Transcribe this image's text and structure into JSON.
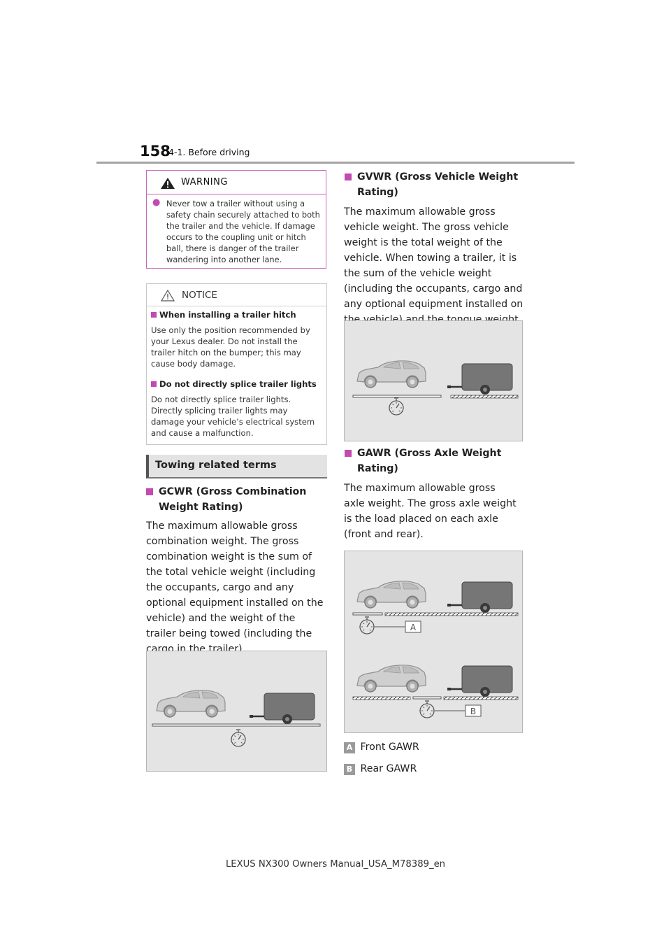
{
  "header": {
    "page_number": "158",
    "section": "4-1. Before driving"
  },
  "warning": {
    "title": "WARNING",
    "text": "Never tow a trailer without using a safety chain securely attached to both the trailer and the vehicle. If damage occurs to the coupling unit or hitch ball, there is danger of the trailer wandering into another lane."
  },
  "notice": {
    "title": "NOTICE",
    "items": [
      {
        "title": "When installing a trailer hitch",
        "text": "Use only the position recommended by your Lexus dealer. Do not install the trailer hitch on the bumper; this may cause body damage."
      },
      {
        "title": "Do not directly splice trailer lights",
        "text": "Do not directly splice trailer lights. Directly splicing trailer lights may damage your vehicle’s electrical system and cause a malfunction."
      }
    ]
  },
  "towing_section": {
    "title": "Towing related terms",
    "gcwr": {
      "title": "GCWR (Gross Combination Weight Rating)",
      "text": "The maximum allowable gross combination weight. The gross combination weight is the sum of the total vehicle weight (including the occupants, cargo and any optional equipment installed on the vehicle) and the weight of the trailer being towed (including the cargo in the trailer)."
    },
    "gvwr": {
      "title": "GVWR (Gross Vehicle Weight Rating)",
      "text": "The maximum allowable gross vehicle weight. The gross vehicle weight is the total weight of the vehicle. When towing a trailer, it is the sum of the vehicle weight (including the occupants, cargo and any optional equipment installed on the vehicle) and the tongue weight."
    },
    "gawr": {
      "title": "GAWR (Gross Axle Weight Rating)",
      "text": "The maximum allowable gross axle weight. The gross axle weight is the load placed on each axle (front and rear).",
      "figure_labels": {
        "a": "A",
        "b": "B"
      },
      "legend": [
        {
          "key": "A",
          "label": "Front GAWR"
        },
        {
          "key": "B",
          "label": "Rear GAWR"
        }
      ]
    }
  },
  "footer": "LEXUS NX300 Owners Manual_USA_M78389_en"
}
